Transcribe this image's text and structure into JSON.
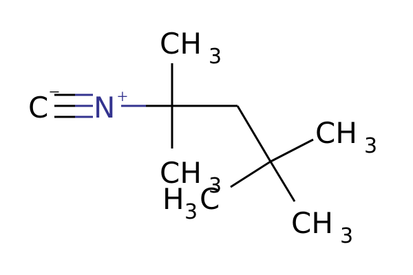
{
  "molecule": {
    "colors": {
      "carbon": "#000000",
      "nitrogen": "#33338f",
      "background": "#ffffff"
    },
    "isocyanide": {
      "carbon_label": "C",
      "carbon_charge": "−",
      "nitrogen_label": "N",
      "nitrogen_charge": "+"
    },
    "methyl_top": {
      "main": "CH",
      "sub": "3"
    },
    "methyl_bottom": {
      "main": "CH",
      "sub": "3"
    },
    "tbutyl_methyl_right": {
      "main": "CH",
      "sub": "3"
    },
    "tbutyl_methyl_left": {
      "pre": "H",
      "sub": "3",
      "post": "C"
    },
    "tbutyl_methyl_bottom": {
      "main": "CH",
      "sub": "3"
    }
  }
}
